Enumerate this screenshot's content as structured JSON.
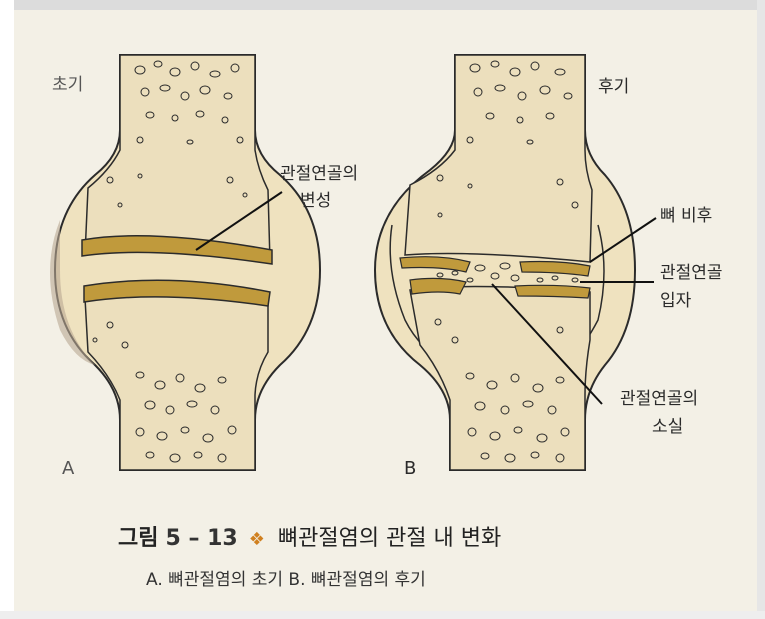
{
  "labels": {
    "early_stage": "초기",
    "late_stage": "후기",
    "cartilage_degeneration_line1": "관절연골의",
    "cartilage_degeneration_line2": "변성",
    "bone_hypertrophy": "뼈 비후",
    "cartilage_particles_line1": "관절연골",
    "cartilage_particles_line2": "입자",
    "cartilage_loss_line1": "관절연골의",
    "cartilage_loss_line2": "소실",
    "panel_a": "A",
    "panel_b": "B"
  },
  "caption": {
    "figure_word": "그림",
    "figure_number": "5 – 13",
    "title": "뼈관절염의 관절 내 변화",
    "subtitle": "A. 뼈관절염의 초기 B. 뼈관절염의 후기"
  },
  "colors": {
    "bone_fill": "#efe2bf",
    "capsule_fill": "#f2e6c8",
    "cartilage_fill": "#c09a3c",
    "outline": "#2b2b2b",
    "background": "#f3f0e6",
    "accent_diamond": "#d08020"
  }
}
